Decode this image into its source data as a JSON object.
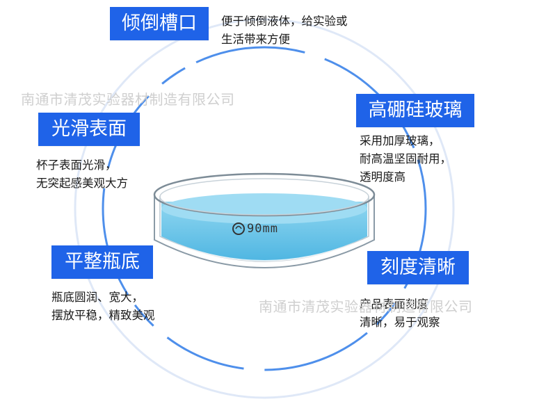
{
  "features": [
    {
      "title": "倾倒槽口",
      "desc": "便于倾倒液体，给实验或\n生活带来方便"
    },
    {
      "title": "高硼硅玻璃",
      "desc": "采用加厚玻璃，\n耐高温坚固耐用，\n透明度高"
    },
    {
      "title": "光滑表面",
      "desc": "杯子表面光滑，\n无突起感美观大方"
    },
    {
      "title": "平整瓶底",
      "desc": "瓶底圆润、宽大，\n摆放平稳，精致美观"
    },
    {
      "title": "刻度清晰",
      "desc": "产品表面刻度\n清晰，易于观察"
    }
  ],
  "watermark": "南通市清茂实验器材制造有限公司",
  "dish_marking": "90mm",
  "colors": {
    "accent": "#1f63e8",
    "liquid": "#6cc6ea",
    "ring": "#2f7be8"
  }
}
